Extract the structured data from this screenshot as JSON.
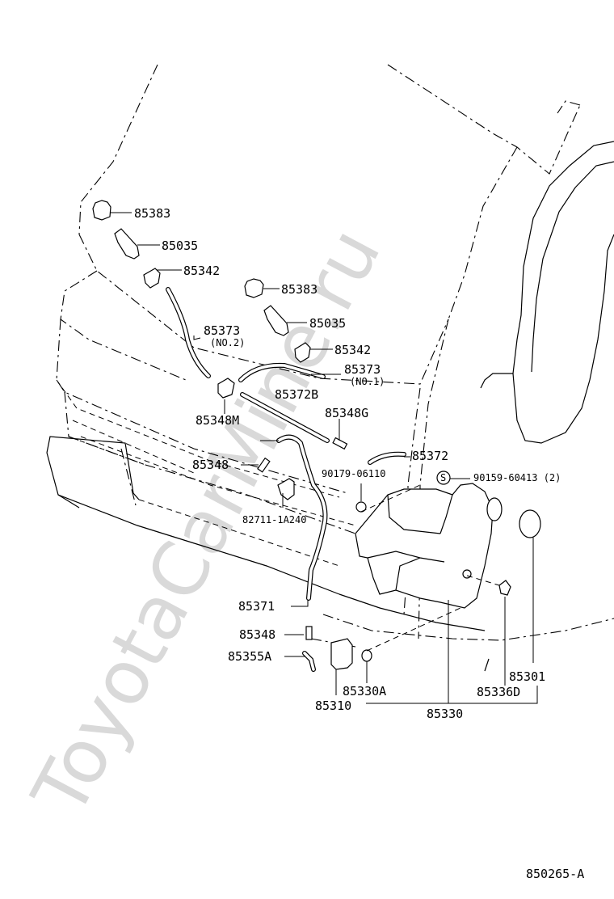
{
  "watermark": "ToyotaCarMine.ru",
  "diagram_code": "850265-A",
  "labels": {
    "p85383_a": "85383",
    "p85035_a": "85035",
    "p85342_a": "85342",
    "p85383_b": "85383",
    "p85035_b": "85035",
    "p85373_a": "85373",
    "p85373_a_note": "(NO.2)",
    "p85342_b": "85342",
    "p85373_b": "85373",
    "p85373_b_note": "(NO.1)",
    "p85372B": "85372B",
    "p85348M": "85348M",
    "p85348G": "85348G",
    "p85348_a": "85348",
    "p85372": "85372",
    "p90179": "90179-06110",
    "s_mark": "S",
    "p90159": "90159-60413 (2)",
    "p82711": "82711-1A240",
    "p85371": "85371",
    "p85348_b": "85348",
    "p85355A": "85355A",
    "p85330A": "85330A",
    "p85310": "85310",
    "p85330": "85330",
    "p85301": "85301",
    "p85336D": "85336D"
  }
}
